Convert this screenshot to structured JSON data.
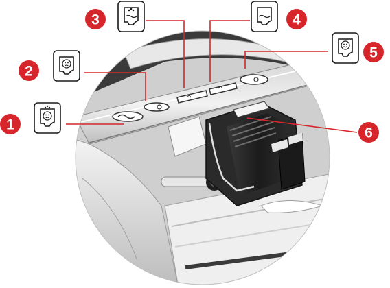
{
  "colors": {
    "callout_red": "#d6262c",
    "leader_red": "#d6262c",
    "housing_light": "#ededed",
    "housing_mid": "#c9c9c9",
    "housing_dark": "#2b2b2b",
    "icon_fill": "#ffffff",
    "icon_stroke": "#1a1a1a"
  },
  "callouts": [
    {
      "number": "1",
      "icon": "empty-slot-sad-face-icon"
    },
    {
      "number": "2",
      "icon": "sad-face-slot-icon"
    },
    {
      "number": "3",
      "icon": "ink-drop-cartridge-icon"
    },
    {
      "number": "4",
      "icon": "partial-cartridge-icon"
    },
    {
      "number": "5",
      "icon": "happy-face-slot-icon"
    },
    {
      "number": "6",
      "icon": "print-cartridge-icon"
    }
  ]
}
